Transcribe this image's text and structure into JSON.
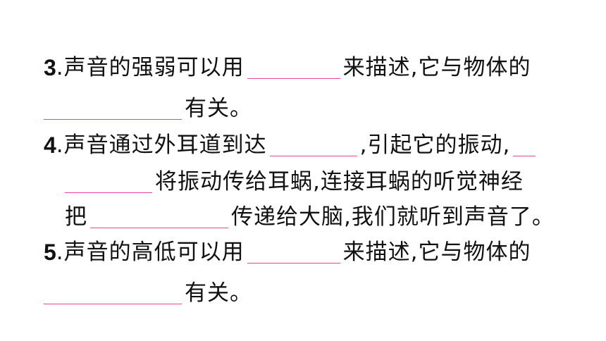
{
  "q3": {
    "num": "3",
    "line1_a": ".声音的强弱可以用",
    "line1_b": "来描述,它与物体的",
    "line2": "有关。"
  },
  "q4": {
    "num": "4",
    "line1_a": ".声音通过外耳道到达",
    "line1_b": ",引起它的振动,",
    "line2": "将振动传给耳蜗,连接耳蜗的听觉神经",
    "line3_a": "把",
    "line3_b": "传递给大脑,我们就听到声音了。"
  },
  "q5": {
    "num": "5",
    "line1_a": ".声音的高低可以用",
    "line1_b": "来描述,它与物体的",
    "line2": "有关。"
  },
  "colors": {
    "text": "#111111",
    "blank_underline": "#e8449a",
    "background": "#ffffff"
  }
}
